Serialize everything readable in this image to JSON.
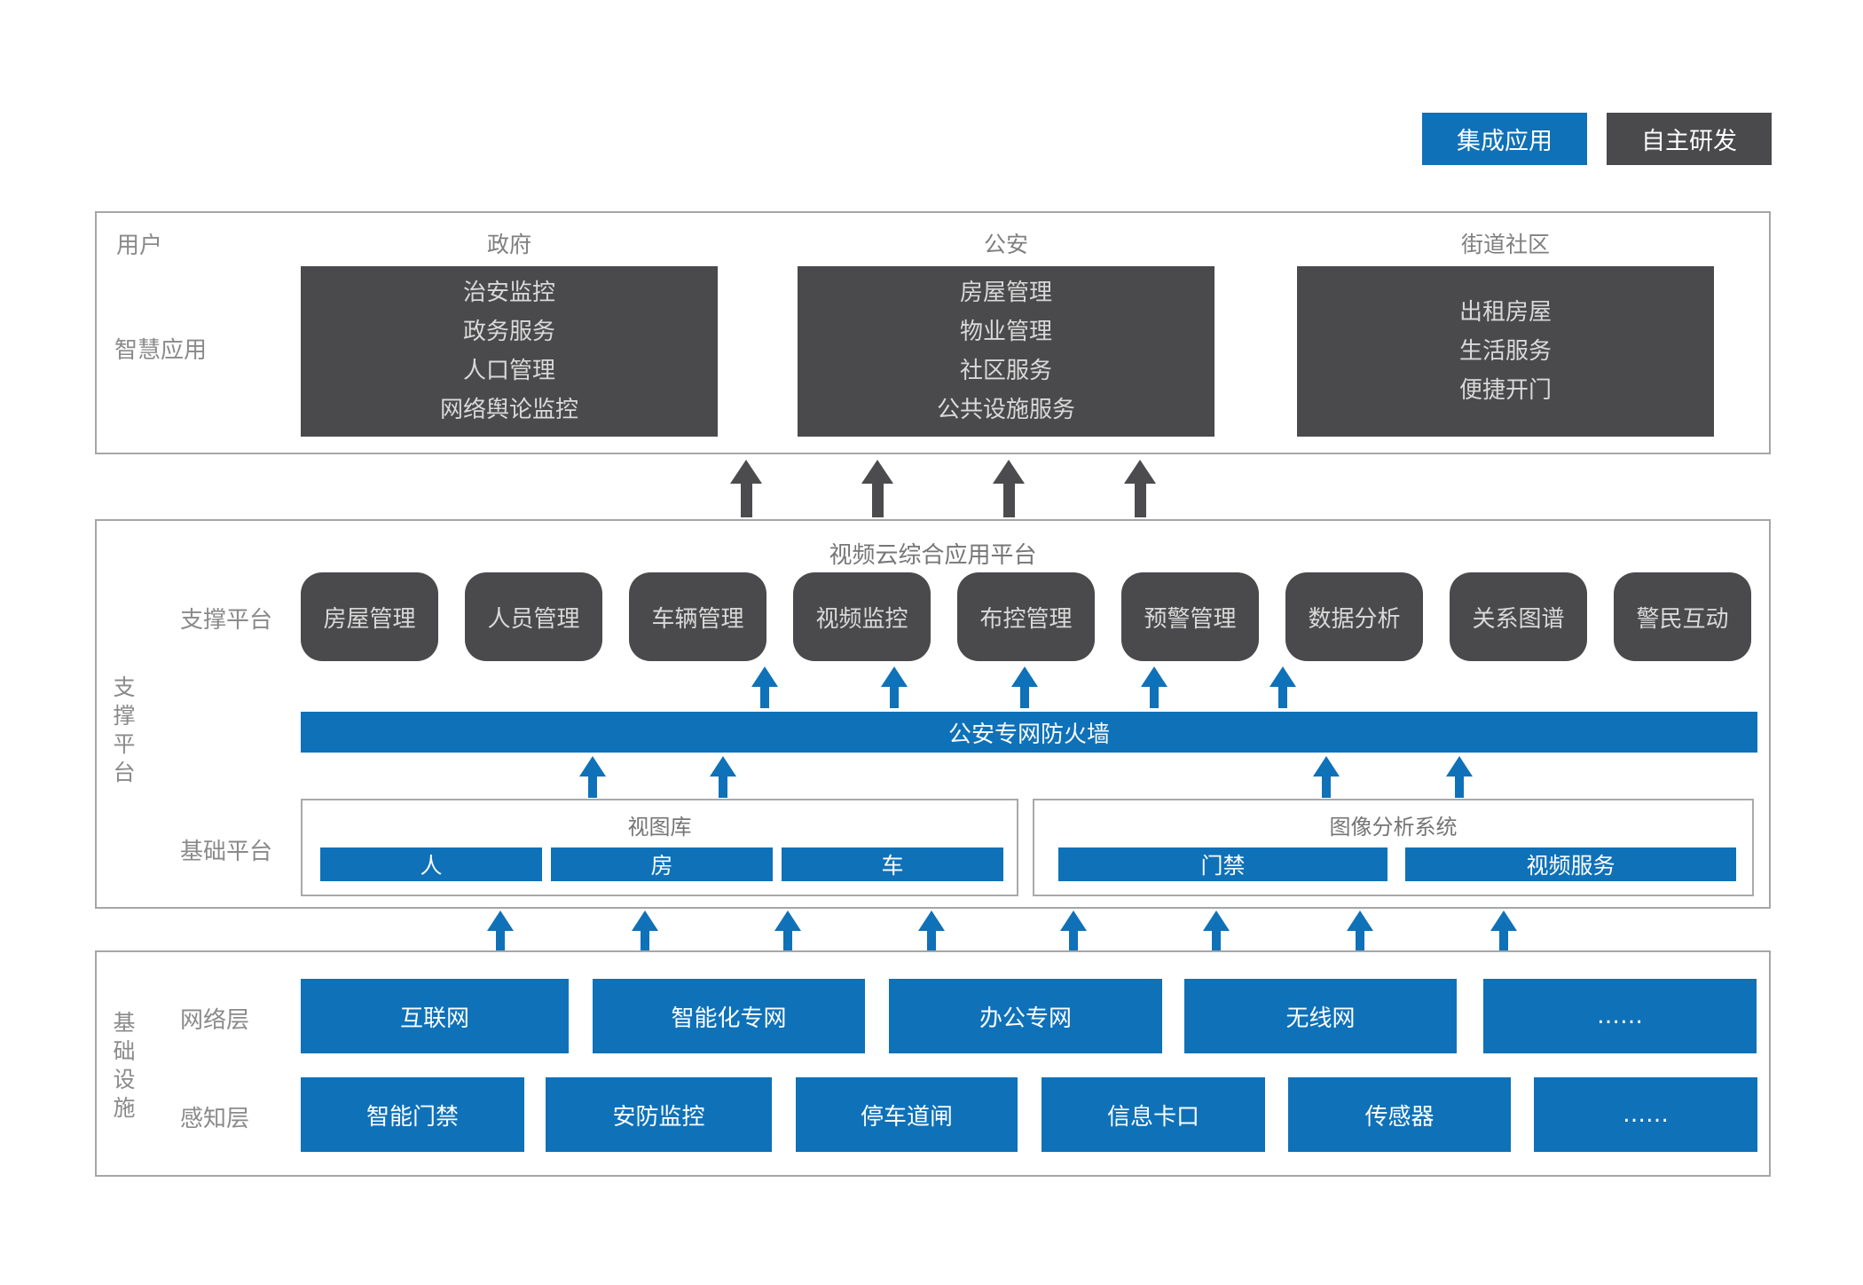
{
  "legend": {
    "integrated": "集成应用",
    "self_developed": "自主研发"
  },
  "colors": {
    "blue": "#0f71b8",
    "dark_box": "#4a4a4c",
    "border_gray": "#a6a6a6",
    "label_gray": "#8a8a8a"
  },
  "users_section": {
    "row_label": "用户",
    "apps_label": "智慧应用",
    "columns": [
      {
        "header": "政府",
        "items": [
          "治安监控",
          "政务服务",
          "人口管理",
          "网络舆论监控"
        ]
      },
      {
        "header": "公安",
        "items": [
          "房屋管理",
          "物业管理",
          "社区服务",
          "公共设施服务"
        ]
      },
      {
        "header": "街道社区",
        "items": [
          "出租房屋",
          "生活服务",
          "便捷开门"
        ]
      }
    ]
  },
  "support_section": {
    "side_label": "支撑平台",
    "title": "视频云综合应用平台",
    "row_label": "支撑平台",
    "modules": [
      "房屋管理",
      "人员管理",
      "车辆管理",
      "视频监控",
      "布控管理",
      "预警管理",
      "数据分析",
      "关系图谱",
      "警民互动"
    ],
    "firewall": "公安专网防火墙",
    "base_label": "基础平台",
    "view_library": {
      "title": "视图库",
      "items": [
        "人",
        "房",
        "车"
      ]
    },
    "image_analysis": {
      "title": "图像分析系统",
      "items": [
        "门禁",
        "视频服务"
      ]
    }
  },
  "infra_section": {
    "side_label": "基础设施",
    "network": {
      "label": "网络层",
      "items": [
        "互联网",
        "智能化专网",
        "办公专网",
        "无线网",
        "……"
      ]
    },
    "perception": {
      "label": "感知层",
      "items": [
        "智能门禁",
        "安防监控",
        "停车道闸",
        "信息卡口",
        "传感器",
        "……"
      ]
    }
  }
}
